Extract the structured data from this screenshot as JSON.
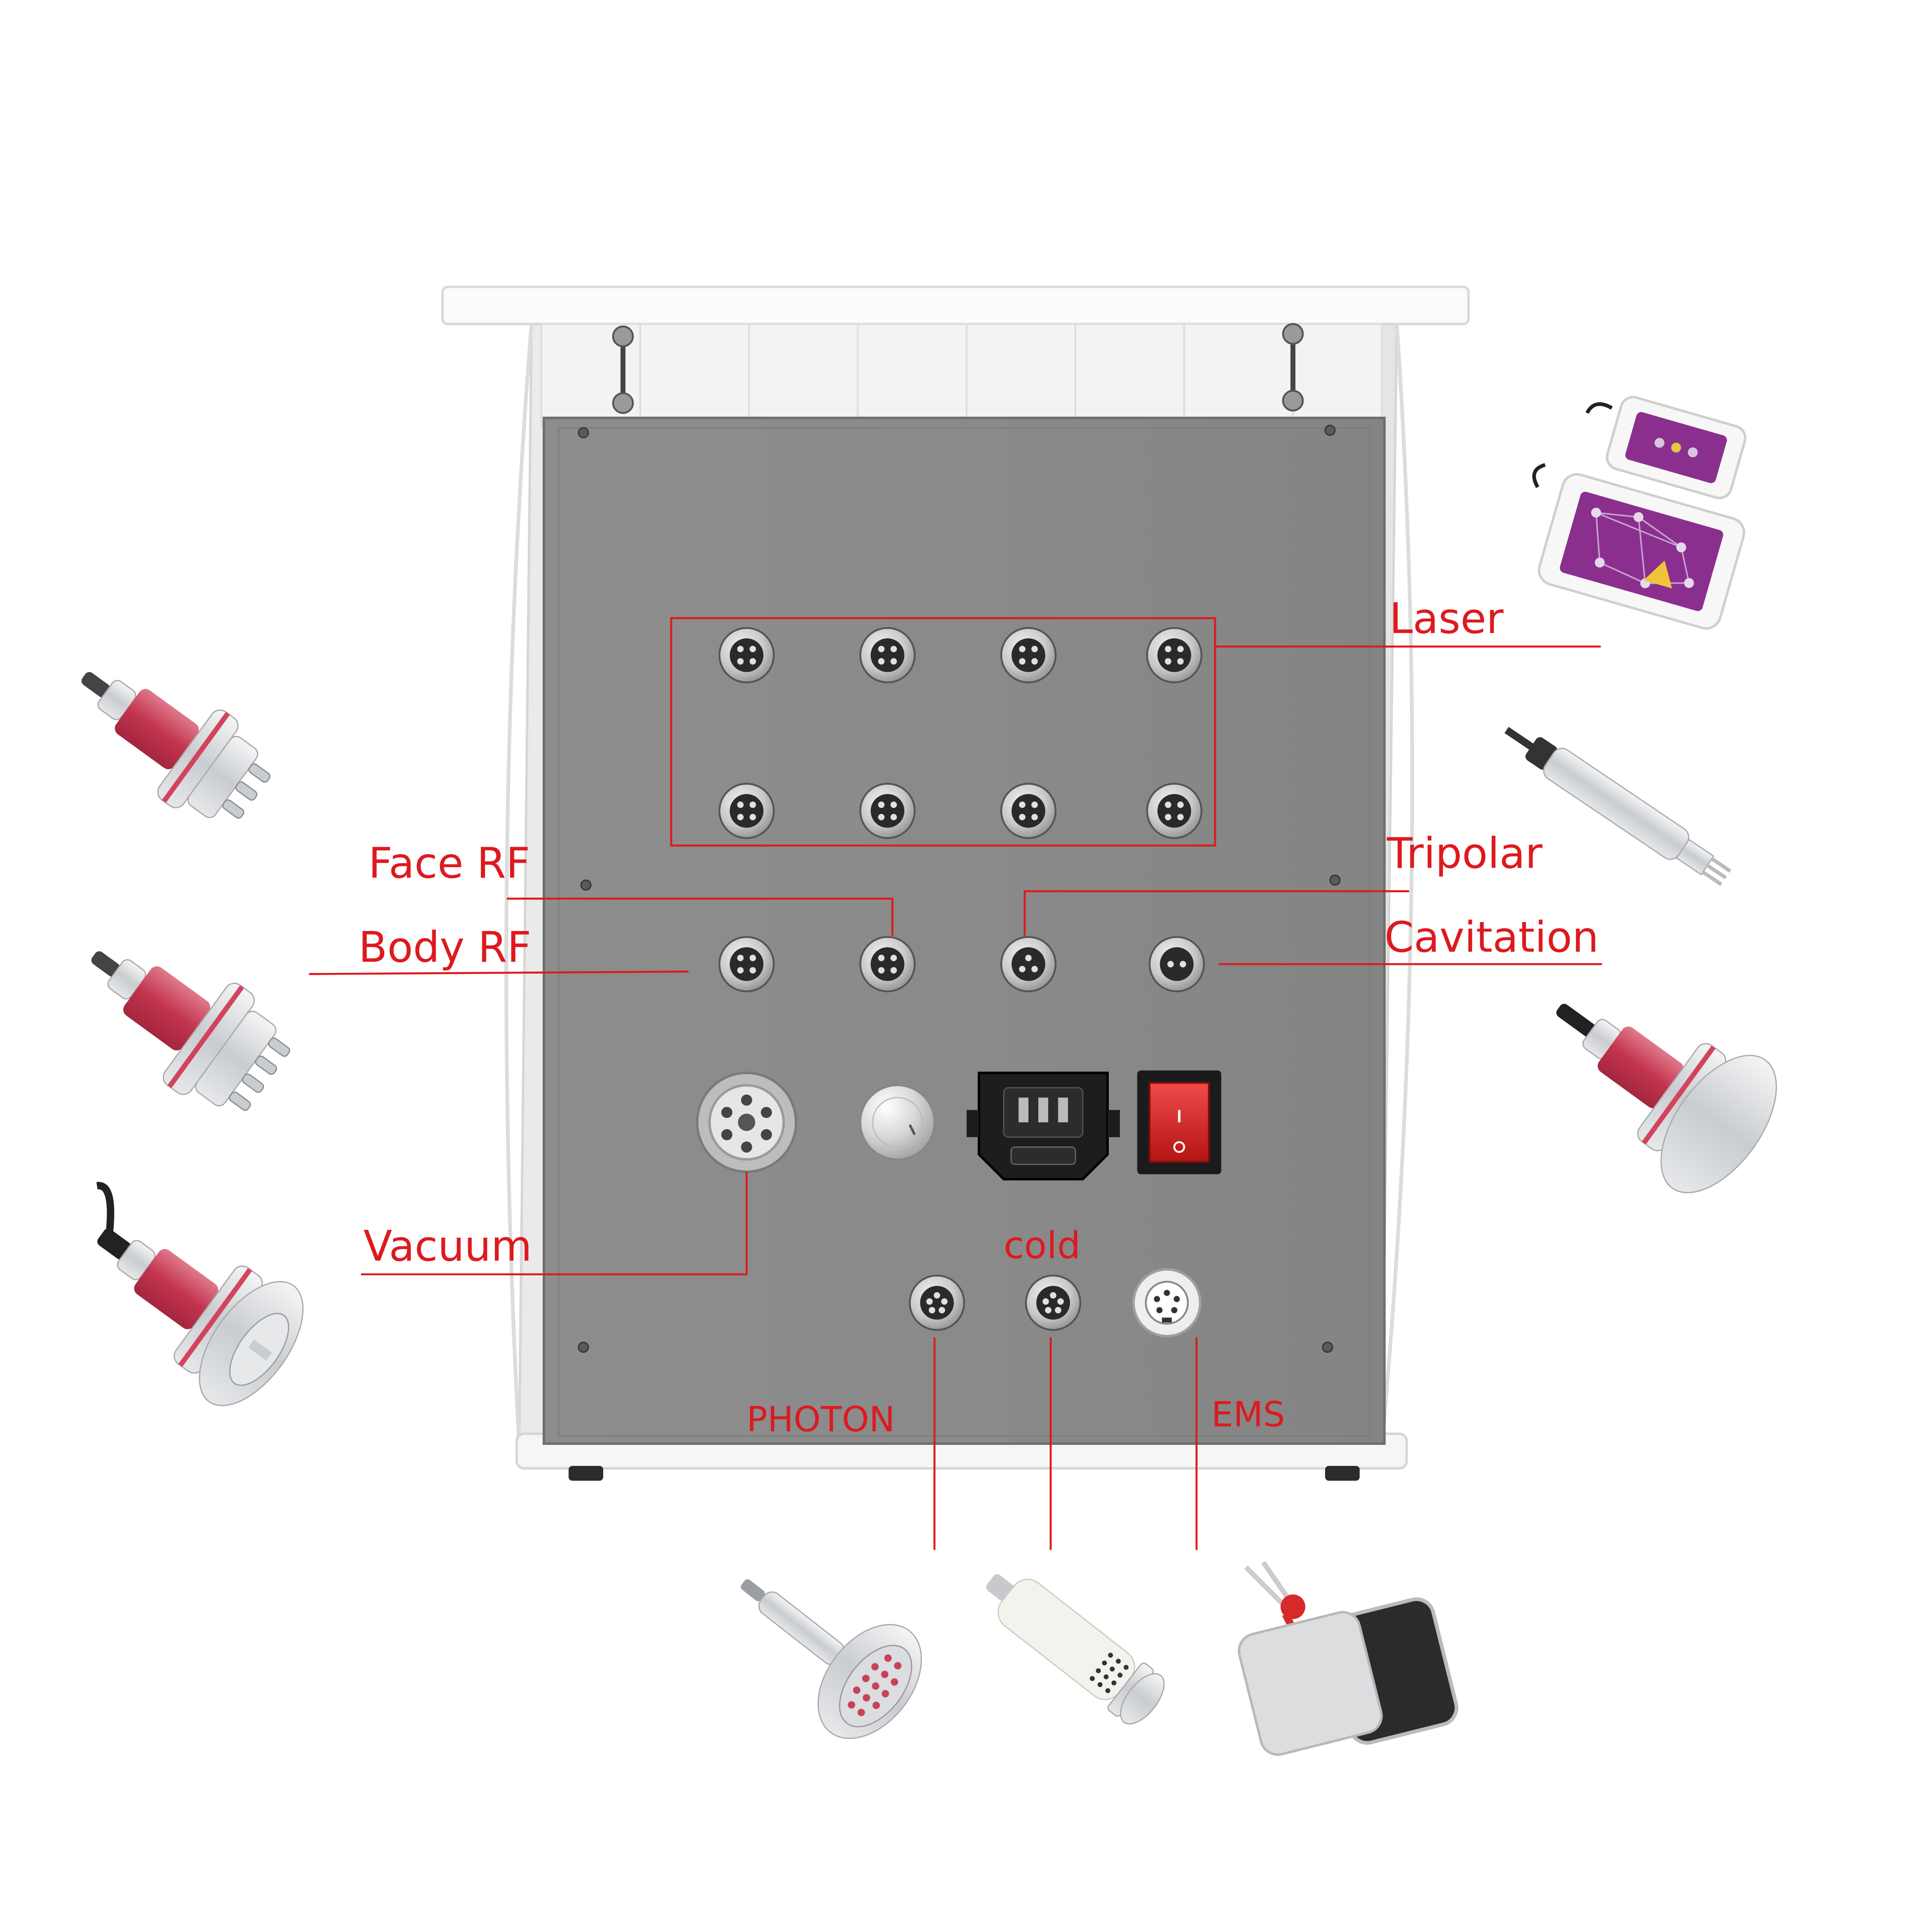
{
  "image": {
    "subject": "beauty-device-back-panel",
    "colors": {
      "annotation": "#dd1a1f",
      "panel": "#8a8a8a",
      "panel_edge": "#6f6f6f",
      "cabinet": "#f4f4f4",
      "cabinet_edge": "#d9d9d9",
      "connector_ring": "#cfcfcf",
      "connector_face": "#2a2a2a",
      "handle_red": "#c7435a",
      "handle_silver": "#d5d7da",
      "laser_pad": "#8b2f8e",
      "switch_red": "#d11f1f"
    }
  },
  "labels": {
    "laser": "Laser",
    "tripolar": "Tripolar",
    "cavitation": "Cavitation",
    "face_rf": "Face RF",
    "body_rf": "Body RF",
    "vacuum": "Vacuum",
    "cold": "cold",
    "photon": "PHOTON",
    "ems": "EMS"
  },
  "icons": {
    "connector": "aviation-connector-icon",
    "vacuum_port": "vacuum-port-icon",
    "knob": "knob-icon",
    "power_inlet": "power-inlet-icon",
    "power_switch": "power-switch-icon",
    "ems_port": "ems-port-icon"
  }
}
